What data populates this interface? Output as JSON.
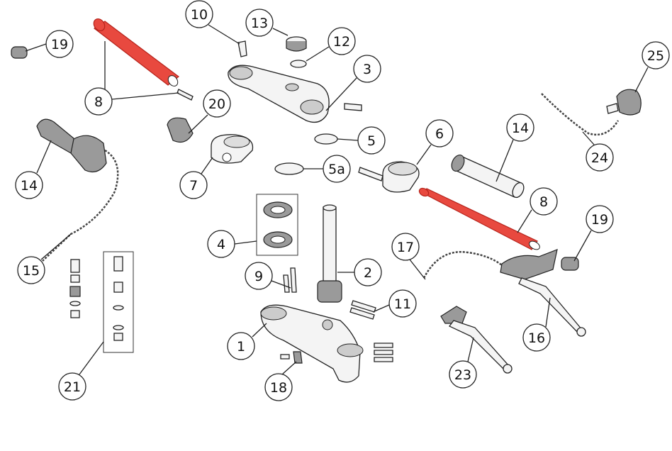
{
  "diagram": {
    "type": "exploded-parts-diagram",
    "highlight_color": "#e8493f",
    "callouts": [
      {
        "id": "c19a",
        "label": "19"
      },
      {
        "id": "c8a",
        "label": "8"
      },
      {
        "id": "c10",
        "label": "10"
      },
      {
        "id": "c13",
        "label": "13"
      },
      {
        "id": "c12",
        "label": "12"
      },
      {
        "id": "c3",
        "label": "3"
      },
      {
        "id": "c20",
        "label": "20"
      },
      {
        "id": "c25",
        "label": "25"
      },
      {
        "id": "c24",
        "label": "24"
      },
      {
        "id": "c5",
        "label": "5"
      },
      {
        "id": "c6",
        "label": "6"
      },
      {
        "id": "c14b",
        "label": "14"
      },
      {
        "id": "c14a",
        "label": "14"
      },
      {
        "id": "c7",
        "label": "7"
      },
      {
        "id": "c5a",
        "label": "5a"
      },
      {
        "id": "c8b",
        "label": "8"
      },
      {
        "id": "c19b",
        "label": "19"
      },
      {
        "id": "c4",
        "label": "4"
      },
      {
        "id": "c17",
        "label": "17"
      },
      {
        "id": "c15",
        "label": "15"
      },
      {
        "id": "c9",
        "label": "9"
      },
      {
        "id": "c2",
        "label": "2"
      },
      {
        "id": "c11",
        "label": "11"
      },
      {
        "id": "c1",
        "label": "1"
      },
      {
        "id": "c16",
        "label": "16"
      },
      {
        "id": "c18",
        "label": "18"
      },
      {
        "id": "c21",
        "label": "21"
      },
      {
        "id": "c23",
        "label": "23"
      }
    ]
  }
}
